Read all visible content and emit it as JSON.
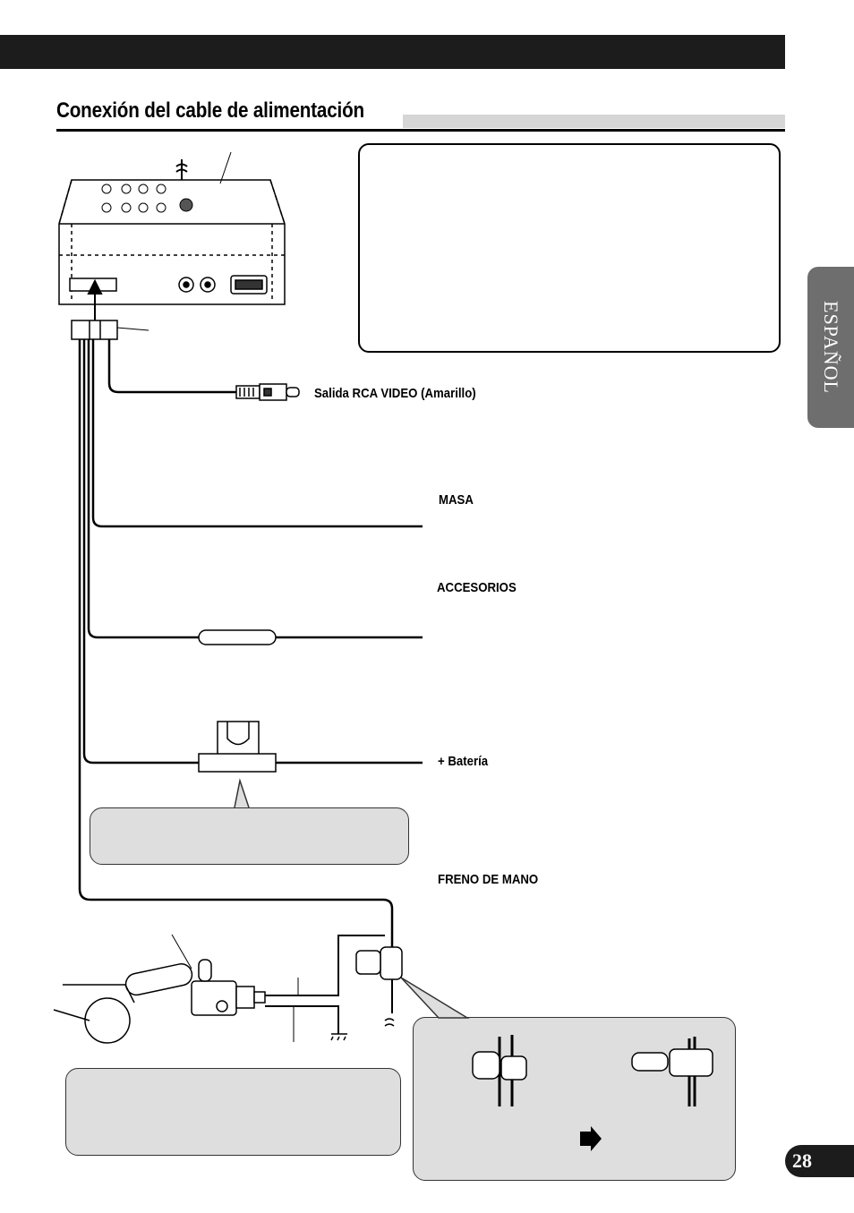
{
  "header": {
    "title": "Conexión del cable de alimentación"
  },
  "side_tab": {
    "label": "ESPAÑOL"
  },
  "page_number": "28",
  "labels": {
    "video_out": "Salida RCA VIDEO (Amarillo)",
    "ground": "MASA",
    "accessory": "ACCESORIOS",
    "battery": "+ Batería",
    "parking_brake": "FRENO DE MANO"
  },
  "colors": {
    "bar": "#1c1c1c",
    "tab": "#6e6e6e",
    "note_fill": "#dedede",
    "title_band": "#d6d6d6"
  }
}
